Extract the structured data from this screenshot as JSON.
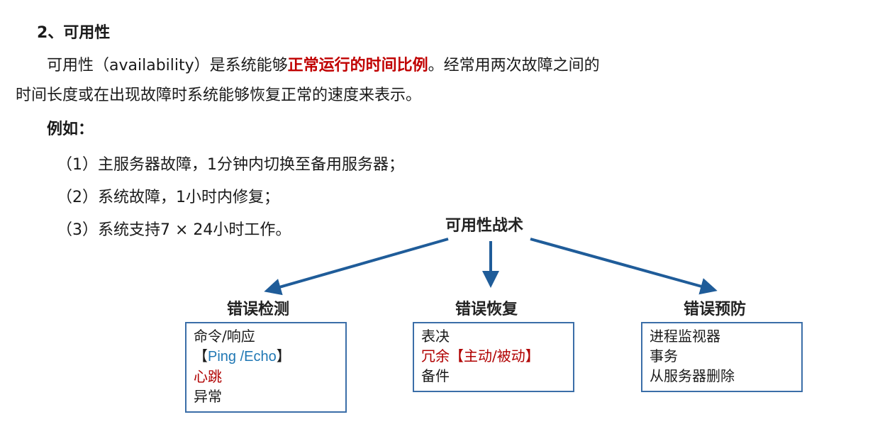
{
  "section": {
    "heading": "2、可用性",
    "para1_pre": "可用性（availability）是系统能够",
    "para1_highlight": "正常运行的时间比例",
    "para1_post": "。经常用两次故障之间的",
    "para2": "时间长度或在出现故障时系统能够恢复正常的速度来表示。",
    "example_label": "例如：",
    "examples": [
      "（1）主服务器故障，1分钟内切换至备用服务器；",
      "（2）系统故障，1小时内修复；",
      "（3）系统支持7 × 24小时工作。"
    ]
  },
  "diagram": {
    "root": "可用性战术",
    "arrow_color": "#1f5c99",
    "branches": [
      {
        "title": "错误检测",
        "lines": [
          {
            "text": "命令/响应",
            "color": "black"
          },
          {
            "pre": "【",
            "text": "Ping /Echo",
            "post": "】",
            "color": "blue"
          },
          {
            "text": "心跳",
            "color": "red"
          },
          {
            "text": "异常",
            "color": "black"
          }
        ]
      },
      {
        "title": "错误恢复",
        "lines": [
          {
            "text": "表决",
            "color": "black"
          },
          {
            "text": "冗余【主动/被动】",
            "color": "red"
          },
          {
            "text": "备件",
            "color": "black"
          }
        ]
      },
      {
        "title": "错误预防",
        "lines": [
          {
            "text": "进程监视器",
            "color": "black"
          },
          {
            "text": "事务",
            "color": "black"
          },
          {
            "text": "从服务器删除",
            "color": "black"
          }
        ]
      }
    ]
  }
}
